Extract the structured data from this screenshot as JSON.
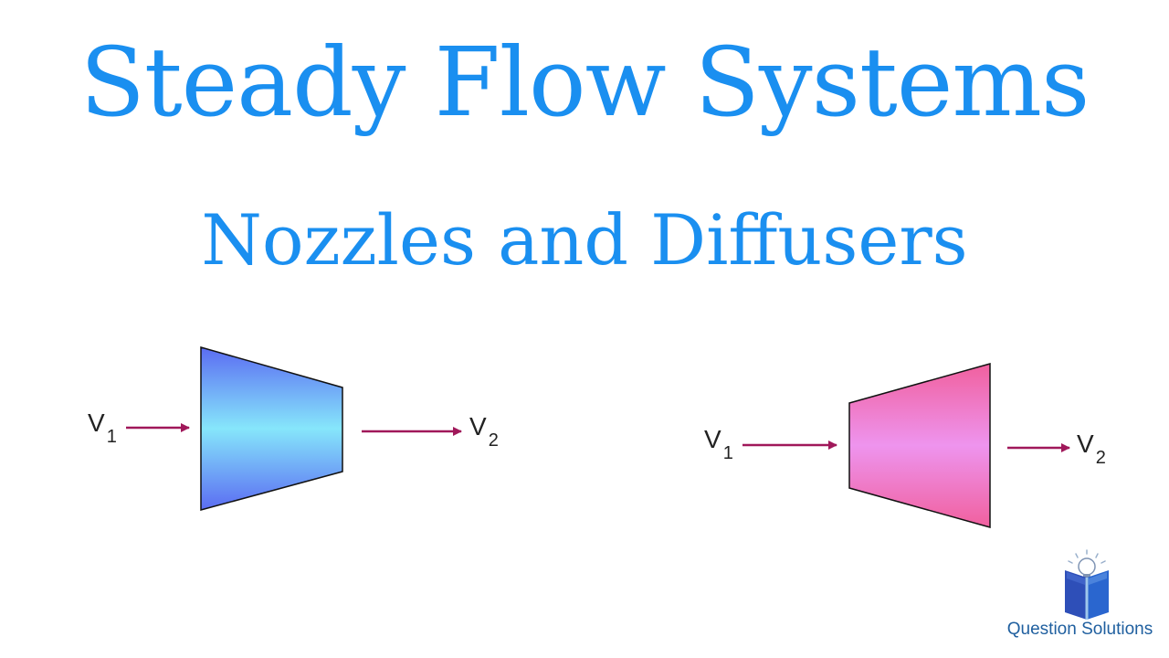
{
  "title": "Steady Flow Systems",
  "subtitle": "Nozzles and Diffusers",
  "nozzle": {
    "inlet_label": "V",
    "inlet_subscript": "1",
    "outlet_label": "V",
    "outlet_subscript": "2",
    "colors": {
      "edge": "#5b6cf2",
      "center": "#86e6fb"
    }
  },
  "diffuser": {
    "inlet_label": "V",
    "inlet_subscript": "1",
    "outlet_label": "V",
    "outlet_subscript": "2",
    "colors": {
      "edge": "#f0609e",
      "center": "#ee94ee"
    }
  },
  "arrow_color": "#a0185a",
  "brand": {
    "name": "Question Solutions",
    "logo_icon": "book-lightbulb-icon"
  }
}
